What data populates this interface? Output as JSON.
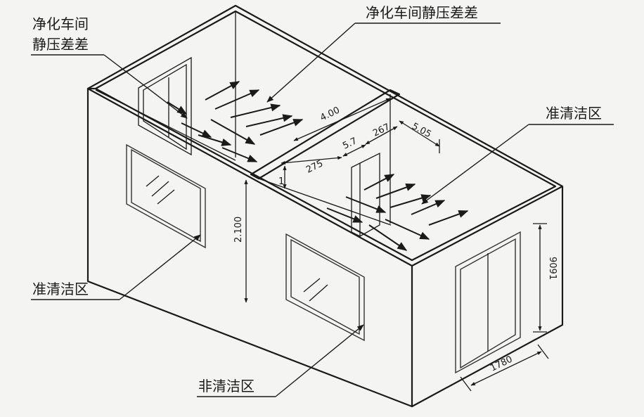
{
  "labels": {
    "clean_room_static_pressure_left_line1": "净化车间",
    "clean_room_static_pressure_left_line2": "静压差差",
    "clean_room_static_pressure_top": "净化车间静压差差",
    "semi_clean_zone_right": "准清洁区",
    "semi_clean_zone_left": "准清洁区",
    "non_clean_zone": "非清洁区"
  },
  "dimensions": {
    "width_top": "4.00",
    "d_275": "275",
    "d_5_7": "5.7",
    "d_267": "267",
    "d_5_05": "5.05",
    "d_1": "1",
    "wall_height": "2.100",
    "door_height": "9091",
    "door_width": "1780"
  }
}
